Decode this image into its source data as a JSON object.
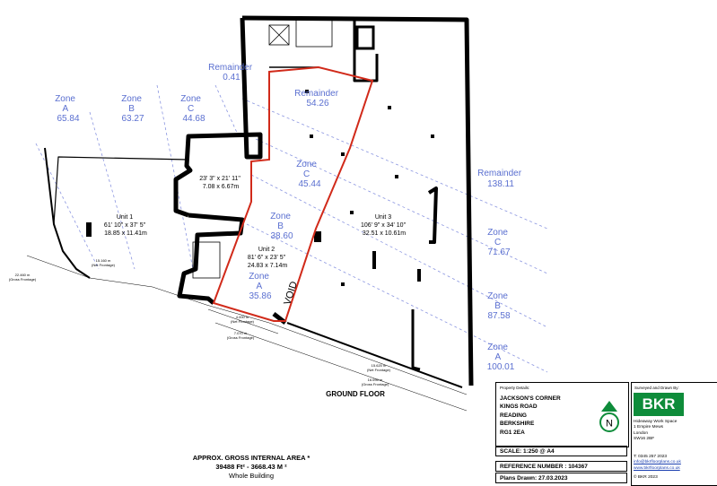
{
  "zone_labels": [
    {
      "name": "Zone",
      "letter": "A",
      "area": "65.84"
    },
    {
      "name": "Zone",
      "letter": "B",
      "area": "63.27"
    },
    {
      "name": "Zone",
      "letter": "C",
      "area": "44.68"
    },
    {
      "name": "Remainder",
      "area": "0.41"
    },
    {
      "name": "Remainder",
      "area": "54.26"
    },
    {
      "name": "Zone",
      "letter": "C",
      "area": "45.44"
    },
    {
      "name": "Zone",
      "letter": "B",
      "area": "38.60"
    },
    {
      "name": "Zone",
      "letter": "A",
      "area": "35.86"
    },
    {
      "name": "Remainder",
      "area": "138.11"
    },
    {
      "name": "Zone",
      "letter": "C",
      "area": "71.67"
    },
    {
      "name": "Zone",
      "letter": "B",
      "area": "87.58"
    },
    {
      "name": "Zone",
      "letter": "A",
      "area": "100.01"
    }
  ],
  "units": {
    "unit1": {
      "name": "Unit 1",
      "imperial": "61' 10\" x 37' 5\"",
      "metric": "18.85 x 11.41m"
    },
    "unit2": {
      "name": "Unit 2",
      "imperial": "81' 6\" x 23' 5\"",
      "metric": "24.83 x 7.14m"
    },
    "unit3": {
      "name": "Unit 3",
      "imperial": "106' 9\" x 34' 10\"",
      "metric": "32.51 x 10.61m"
    },
    "room": {
      "imperial": "23' 3\" x 21' 11\"",
      "metric": "7.08 x 6.67m"
    }
  },
  "void_label": "VOID",
  "floor_label": "GROUND FLOOR",
  "frontages": [
    {
      "value": "15.160 m",
      "type": "(Net Frontage)"
    },
    {
      "value": "22.460 m",
      "type": "(Gross Frontage)"
    },
    {
      "value": "4.000 m",
      "type": "(Net Frontage)"
    },
    {
      "value": "7.070 m",
      "type": "(Gross Frontage)"
    },
    {
      "value": "15.620 m",
      "type": "(Net Frontage)"
    },
    {
      "value": "16.690 m",
      "type": "(Gross Frontage)"
    }
  ],
  "gia": {
    "title": "APPROX. GROSS INTERNAL AREA *",
    "figures": "39488 Ft²  -  3668.43 M ²",
    "scope": "Whole Building"
  },
  "property": {
    "label": "Property Details:",
    "address": [
      "JACKSON'S CORNER",
      "KINGS ROAD",
      "READING",
      "BERKSHIRE",
      "RG1 2EA"
    ]
  },
  "scale": "SCALE: 1:250 @ A4",
  "reference": "REFERENCE NUMBER : 104367",
  "plans_drawn": "Plans Drawn: 27.03.2023",
  "surveyor": {
    "label": "Surveyed and Drawn By:",
    "logo_text": "BKR",
    "address": [
      "Hideaway Work Space",
      "1 Empire Mews",
      "London",
      "SW16 2BF"
    ],
    "phone": "T: 0345 257 2023",
    "email": "info@bkrfloorplans.co.uk",
    "web": "www.bkrfloorplans.co.uk",
    "copyright": "© BKR 2023"
  },
  "colors": {
    "zone_text": "#5a6fd0",
    "zone_lines": "#8a95e0",
    "unit2_outline": "#d12a1a",
    "logo_green": "#0e8c3a"
  },
  "icons": [
    "north-compass-icon"
  ]
}
